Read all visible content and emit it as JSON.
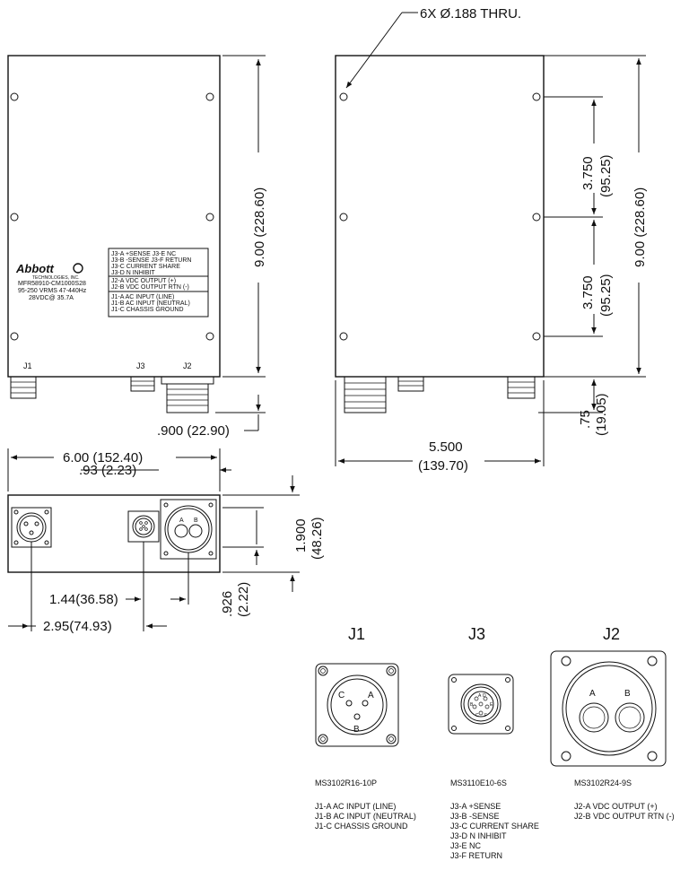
{
  "callouts": {
    "holes": "6X Ø.188 THRU."
  },
  "front_view": {
    "label_table": {
      "j3": [
        "J3-A +SENSE    J3-E NC",
        "J3-B -SENSE    J3-F RETURN",
        "J3-C CURRENT SHARE",
        "J3-D  N INHIBIT"
      ],
      "j2": [
        "J2-A VDC OUTPUT (+)",
        "J2-B VDC OUTPUT RTN (-)"
      ],
      "j1": [
        "J1-A AC INPUT  (LINE)",
        "J1-B AC INPUT (NEUTRAL)",
        "J1-C CHASSIS GROUND"
      ]
    },
    "logo": {
      "name": "Abbott",
      "sub": "TECHNOLOGIES, INC.",
      "lines": [
        "MFR58910-CM1000S28",
        "95-250 VRMS 47-440Hz",
        "28VDC@ 35.7A"
      ]
    },
    "connector_labels": {
      "j1": "J1",
      "j3": "J3",
      "j2": "J2"
    },
    "dims": {
      "height": "9.00 (228.60)",
      "connector": ".900 (22.90)"
    }
  },
  "side_view": {
    "dims": {
      "hole_spacing_top_a": "3.750",
      "hole_spacing_top_b": "(95.25)",
      "hole_spacing_bot_a": "3.750",
      "hole_spacing_bot_b": "(95.25)",
      "height": "9.00 (228.60)",
      "width_a": "5.500",
      "width_b": "(139.70)",
      "connector_a": ".75",
      "connector_b": "(19.05)"
    }
  },
  "bottom_view": {
    "dims": {
      "width": "6.00 (152.40)",
      "edge": ".93 (2.23)",
      "height_a": "1.900",
      "height_b": "(48.26)",
      "offset_a": ".926",
      "offset_b": "(2.22)",
      "j3_pos": "1.44(36.58)",
      "j2_pos": "2.95(74.93)"
    },
    "pins": {
      "a": "A",
      "b": "B"
    }
  },
  "connectors": [
    {
      "title": "J1",
      "part": "MS3102R16-10P",
      "pins": {
        "a": "A",
        "b": "B",
        "c": "C"
      },
      "notes": [
        "J1-A AC INPUT (LINE)",
        "J1-B AC INPUT (NEUTRAL)",
        "J1-C CHASSIS GROUND"
      ]
    },
    {
      "title": "J3",
      "part": "MS3110E10-6S",
      "pins": {
        "a": "A",
        "b": "B",
        "c": "C",
        "d": "D",
        "e": "E",
        "f": "F"
      },
      "notes": [
        "J3-A +SENSE",
        "J3-B -SENSE",
        "J3-C CURRENT SHARE",
        "J3-D N INHIBIT",
        "J3-E NC",
        "J3-F RETURN"
      ]
    },
    {
      "title": "J2",
      "part": "MS3102R24-9S",
      "pins": {
        "a": "A",
        "b": "B"
      },
      "notes": [
        "J2-A VDC OUTPUT (+)",
        "J2-B VDC OUTPUT RTN (-)"
      ]
    }
  ]
}
